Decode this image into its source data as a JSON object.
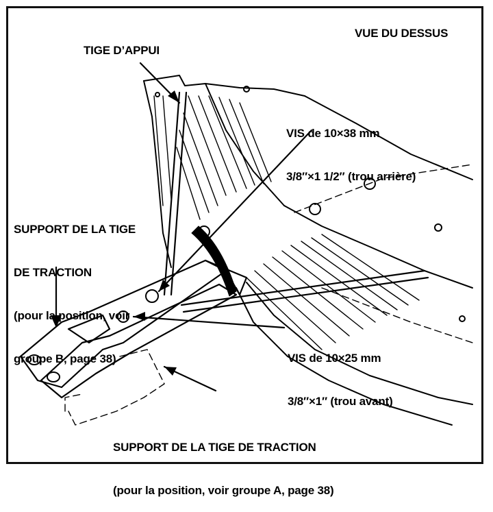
{
  "view_title": "VUE DU DESSUS",
  "labels": {
    "tige_appui": "TIGE D’APPUI",
    "vis_arriere": {
      "line1": "VIS de 10×38 mm",
      "line2": "3/8″×1 1/2″ (trou arrière)"
    },
    "support_b": {
      "line1": "SUPPORT DE LA TIGE",
      "line2": "DE TRACTION",
      "line3": "(pour la position, voir",
      "line4": "groupe B, page 38)"
    },
    "vis_avant": {
      "line1": "VIS de 10×25 mm",
      "line2": "3/8″×1″ (trou avant)"
    },
    "support_a": {
      "line1": "SUPPORT DE LA TIGE DE TRACTION",
      "line2": "(pour la position, voir groupe A, page 38)"
    }
  },
  "colors": {
    "ink": "#000000",
    "paper": "#ffffff"
  }
}
